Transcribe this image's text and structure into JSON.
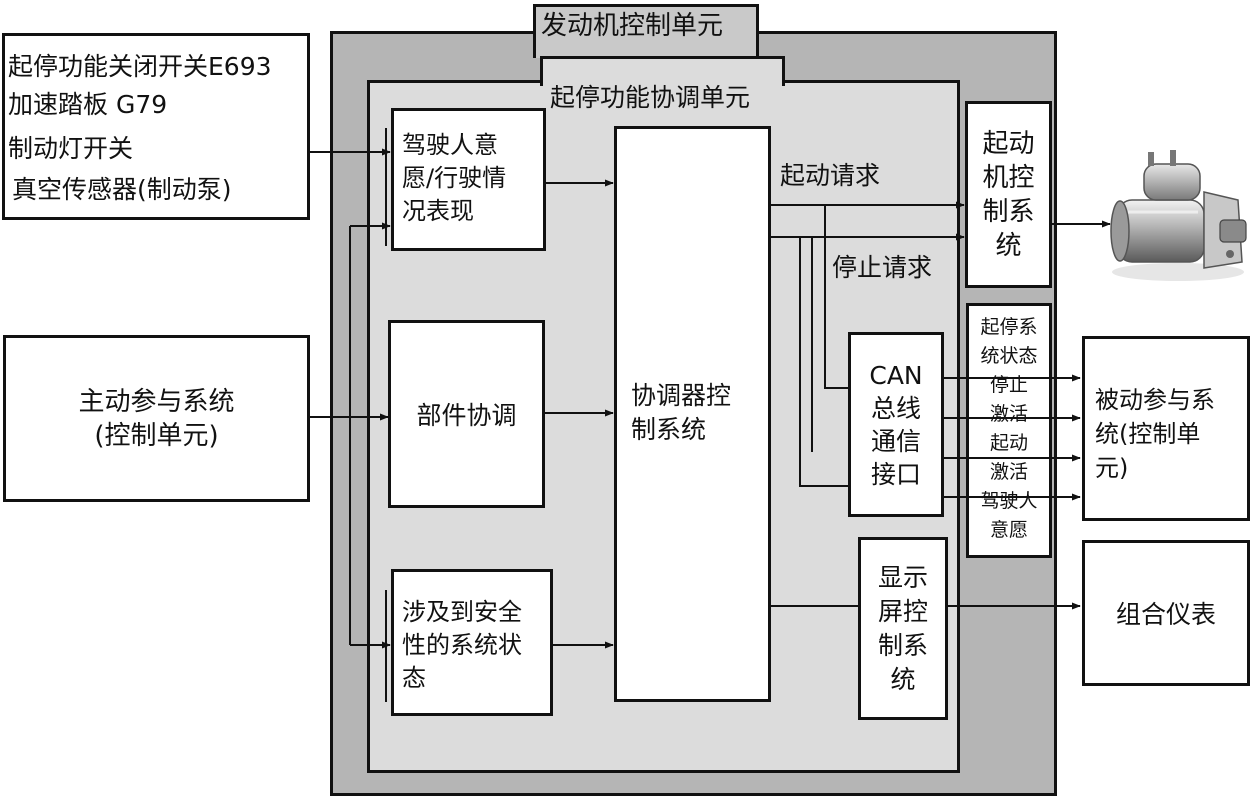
{
  "outer_unit": {
    "title": "发动机控制单元"
  },
  "inner_unit": {
    "title": "起停功能协调单元"
  },
  "inputs": {
    "lines": [
      "起停功能关闭开关E693",
      "加速踏板 G79",
      "制动灯开关",
      "真空传感器(制动泵)"
    ]
  },
  "active_system": {
    "line1": "主动参与系统",
    "line2": "(控制单元)"
  },
  "blocks": {
    "driver_intent": [
      "驾驶人意",
      "愿/行驶情",
      "况表现"
    ],
    "component_coord": "部件协调",
    "safety_state": [
      "涉及到安全",
      "性的系统状",
      "态"
    ],
    "coordinator": [
      "协调器控",
      "制系统"
    ],
    "starter_ctrl": [
      "起动",
      "机控",
      "制系",
      "统"
    ],
    "can_interface": [
      "CAN",
      "总线",
      "通信",
      "接口"
    ],
    "display_ctrl": [
      "显示",
      "屏控",
      "制系",
      "统"
    ]
  },
  "signals": {
    "start_request": "起动请求",
    "stop_request": "停止请求",
    "can_signals": [
      "起停系",
      "统状态",
      "停止",
      "激活",
      "起动",
      "激活",
      "驾驶人",
      "意愿"
    ]
  },
  "outputs": {
    "passive_system": [
      "被动参与系",
      "统(控制单",
      "元)"
    ],
    "cluster": "组合仪表"
  },
  "image": {
    "icon": "starter-motor-icon"
  }
}
